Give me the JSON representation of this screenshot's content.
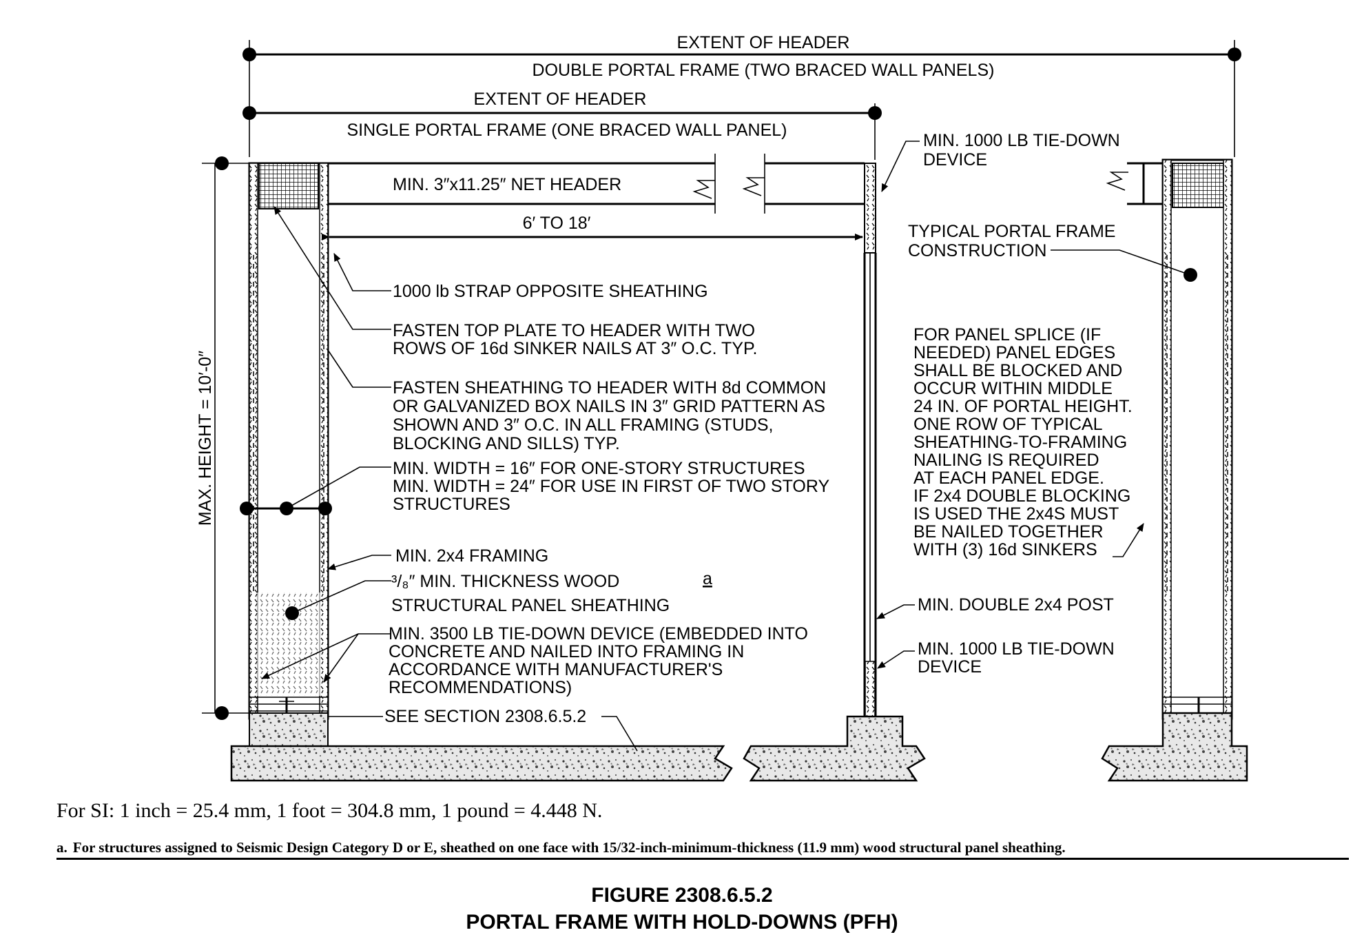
{
  "dimensions": {
    "extent_header_top": "EXTENT OF HEADER",
    "double_portal": "DOUBLE PORTAL FRAME (TWO BRACED WALL PANELS)",
    "extent_header_single": "EXTENT OF HEADER",
    "single_portal": "SINGLE PORTAL FRAME (ONE BRACED WALL PANEL)",
    "opening_width": "6′ TO 18′",
    "max_height": "MAX. HEIGHT = 10′-0″"
  },
  "callouts": {
    "net_header": "MIN. 3″x11.25″ NET HEADER",
    "tie_down_top": [
      "MIN. 1000 LB TIE-DOWN",
      "DEVICE"
    ],
    "typical_construction": [
      "TYPICAL PORTAL FRAME",
      "CONSTRUCTION"
    ],
    "strap": "1000 lb STRAP OPPOSITE SHEATHING",
    "fasten_top_plate": [
      "FASTEN TOP PLATE TO HEADER WITH TWO",
      "ROWS OF 16d SINKER NAILS AT 3″ O.C. TYP."
    ],
    "fasten_sheathing": [
      "FASTEN SHEATHING TO HEADER WITH 8d COMMON",
      "OR GALVANIZED BOX NAILS IN 3″ GRID PATTERN AS",
      "SHOWN AND 3″ O.C. IN ALL FRAMING (STUDS,",
      "BLOCKING AND SILLS) TYP."
    ],
    "min_width": [
      "MIN. WIDTH = 16″ FOR ONE-STORY STRUCTURES",
      "MIN. WIDTH = 24″ FOR USE IN FIRST OF TWO STORY",
      "STRUCTURES"
    ],
    "panel_splice": [
      "FOR PANEL SPLICE (IF",
      "NEEDED) PANEL EDGES",
      "SHALL BE BLOCKED AND",
      "OCCUR WITHIN MIDDLE",
      "24 IN. OF PORTAL HEIGHT.",
      "ONE ROW OF TYPICAL",
      "SHEATHING-TO-FRAMING",
      "NAILING IS REQUIRED",
      "AT EACH PANEL EDGE.",
      "IF 2x4 DOUBLE BLOCKING",
      "IS USED THE 2x4S MUST",
      "BE NAILED TOGETHER",
      "WITH (3) 16d SINKERS"
    ],
    "min_framing": "MIN. 2x4 FRAMING",
    "sheathing_thickness": "³/₈″ MIN. THICKNESS WOOD",
    "sheathing_note_ref": "a",
    "sheathing_type": "STRUCTURAL PANEL SHEATHING",
    "double_post": "MIN. DOUBLE 2x4 POST",
    "tie_down_3500": [
      "MIN. 3500 LB TIE-DOWN DEVICE (EMBEDDED INTO",
      "CONCRETE AND NAILED INTO FRAMING IN",
      "ACCORDANCE WITH MANUFACTURER'S",
      "RECOMMENDATIONS)"
    ],
    "tie_down_bottom": [
      "MIN. 1000 LB TIE-DOWN",
      "DEVICE"
    ],
    "see_section": "SEE SECTION 2308.6.5.2"
  },
  "footer": {
    "si_conversion": "For SI:  1 inch = 25.4 mm,  1 foot = 304.8 mm,  1 pound = 4.448 N.",
    "note_marker": "a.",
    "note_text": "For structures assigned to Seismic Design Category D or E, sheathed on one face with 15/32-inch-minimum-thickness (11.9 mm) wood structural panel sheathing."
  },
  "figure": {
    "number": "FIGURE 2308.6.5.2",
    "title": "PORTAL FRAME WITH HOLD-DOWNS (PFH)"
  }
}
